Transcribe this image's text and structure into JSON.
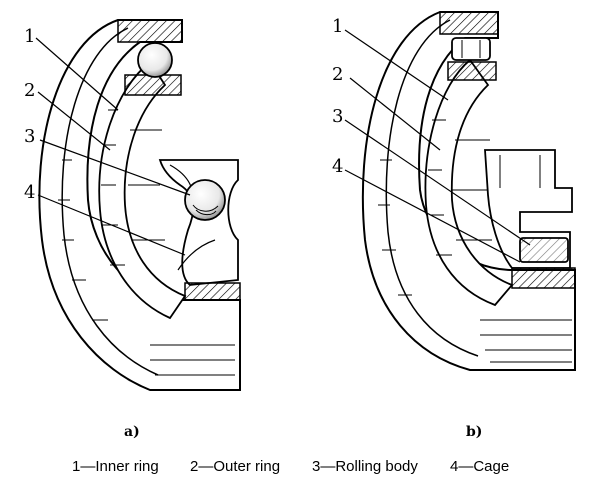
{
  "callouts": {
    "a": [
      "1",
      "2",
      "3",
      "4"
    ],
    "b": [
      "1",
      "2",
      "3",
      "4"
    ]
  },
  "subfigure_labels": {
    "a": "a)",
    "b": "b)"
  },
  "legend": [
    "1—Inner ring",
    "2—Outer ring",
    "3—Rolling body",
    "4—Cage"
  ]
}
